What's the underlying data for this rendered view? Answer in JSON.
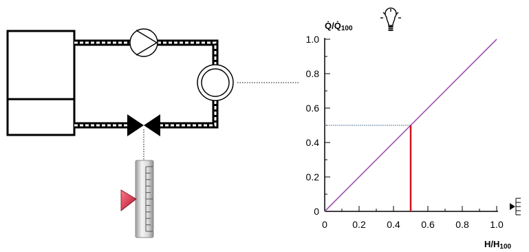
{
  "y_axis_title": {
    "main": "Q̇/Q̇",
    "sub": "100"
  },
  "x_axis_title": {
    "main": "H/H",
    "sub": "100"
  },
  "colors": {
    "diagonal": "#a050b0",
    "operating_line": "#d01020",
    "projection": "#5a7a9a",
    "pointer": "#d8203a"
  },
  "icons": {
    "indicator": "lightbulb-icon",
    "x_marker": "tick-scale-icon",
    "slider_pointer": "triangle-pointer-icon"
  },
  "chart_data": {
    "type": "line",
    "xlim": [
      0,
      1
    ],
    "ylim": [
      0,
      1
    ],
    "xticks": [
      "0",
      "0.2",
      "0.4",
      "0.6",
      "0.8",
      "1.0"
    ],
    "yticks": [
      "0",
      "0.2",
      "0.4",
      "0.6",
      "0.8",
      "1.0"
    ],
    "grid": false,
    "series": [
      {
        "x": [
          0,
          1
        ],
        "y": [
          0,
          1
        ]
      }
    ],
    "operating_point": {
      "x": 0.5,
      "y": 0.5
    }
  },
  "valve_position": 0.5
}
